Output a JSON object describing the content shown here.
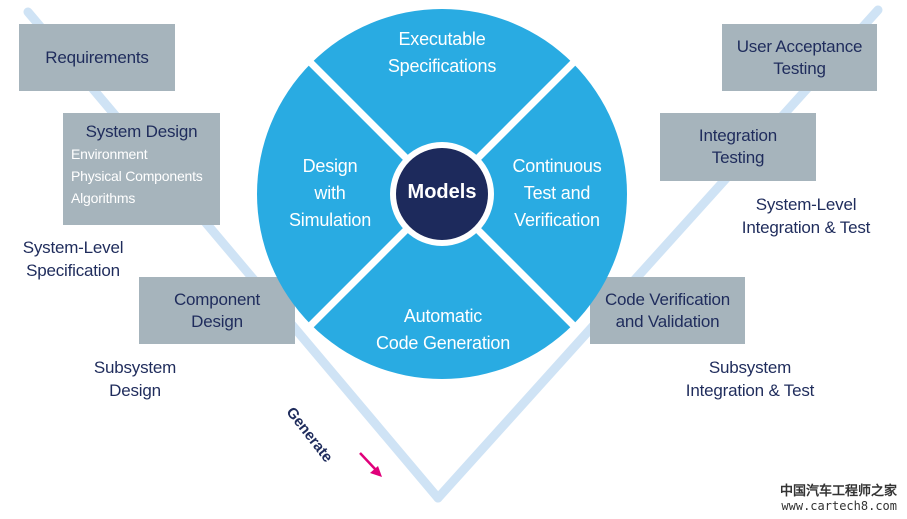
{
  "colors": {
    "v_line": "#cfe3f5",
    "box_fill": "#a6b4bc",
    "wheel_fill": "#29abe2",
    "wheel_divider": "#ffffff",
    "center_fill": "#1d2a5c",
    "text_navy": "#1f2c5c",
    "arrow": "#e0007a"
  },
  "left": {
    "requirements": "Requirements",
    "system_design": {
      "title": "System Design",
      "items": [
        "Environment",
        "Physical Components",
        "Algorithms"
      ]
    },
    "system_level_spec": [
      "System-Level",
      "Specification"
    ],
    "component_design": [
      "Component",
      "Design"
    ],
    "subsystem_design": [
      "Subsystem",
      "Design"
    ]
  },
  "right": {
    "user_acceptance": [
      "User Acceptance",
      "Testing"
    ],
    "integration_testing": [
      "Integration",
      "Testing"
    ],
    "system_level_integration": [
      "System-Level",
      "Integration & Test"
    ],
    "code_verification": [
      "Code Verification",
      "and Validation"
    ],
    "subsystem_integration": [
      "Subsystem",
      "Integration & Test"
    ]
  },
  "wheel": {
    "top": [
      "Executable",
      "Specifications"
    ],
    "left": [
      "Design",
      "with",
      "Simulation"
    ],
    "right": [
      "Continuous",
      "Test and",
      "Verification"
    ],
    "bottom": [
      "Automatic",
      "Code Generation"
    ],
    "center": "Models"
  },
  "generate_label": "Generate",
  "watermark": {
    "title": "中国汽车工程师之家",
    "url": "www.cartech8.com"
  }
}
